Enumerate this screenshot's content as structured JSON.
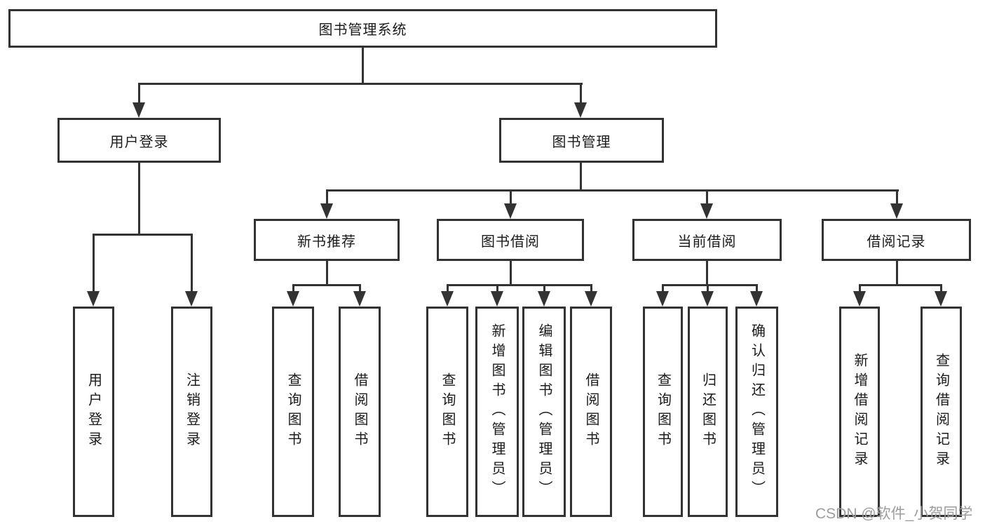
{
  "diagram": {
    "title_node": {
      "label": "图书管理系统"
    },
    "level2": [
      {
        "label": "用户登录"
      },
      {
        "label": "图书管理"
      }
    ],
    "level3": [
      {
        "label": "新书推荐"
      },
      {
        "label": "图书借阅"
      },
      {
        "label": "当前借阅"
      },
      {
        "label": "借阅记录"
      }
    ],
    "leaves": {
      "user_login": [
        "用户登录",
        "注销登录"
      ],
      "new_book": [
        "查询图书",
        "借阅图书"
      ],
      "book_borrow": [
        "查询图书",
        "新增图书（管理员）",
        "编辑图书（管理员）",
        "借阅图书"
      ],
      "current_borrow": [
        "查询图书",
        "归还图书",
        "确认归还（管理员）"
      ],
      "borrow_record": [
        "新增借阅记录",
        "查询借阅记录"
      ]
    },
    "colors": {
      "line": "#333333",
      "text": "#1b1b1b",
      "background": "#ffffff",
      "watermark": "#9d9d9d"
    }
  },
  "watermark": {
    "text": "CSDN @软件_小贺同学"
  }
}
